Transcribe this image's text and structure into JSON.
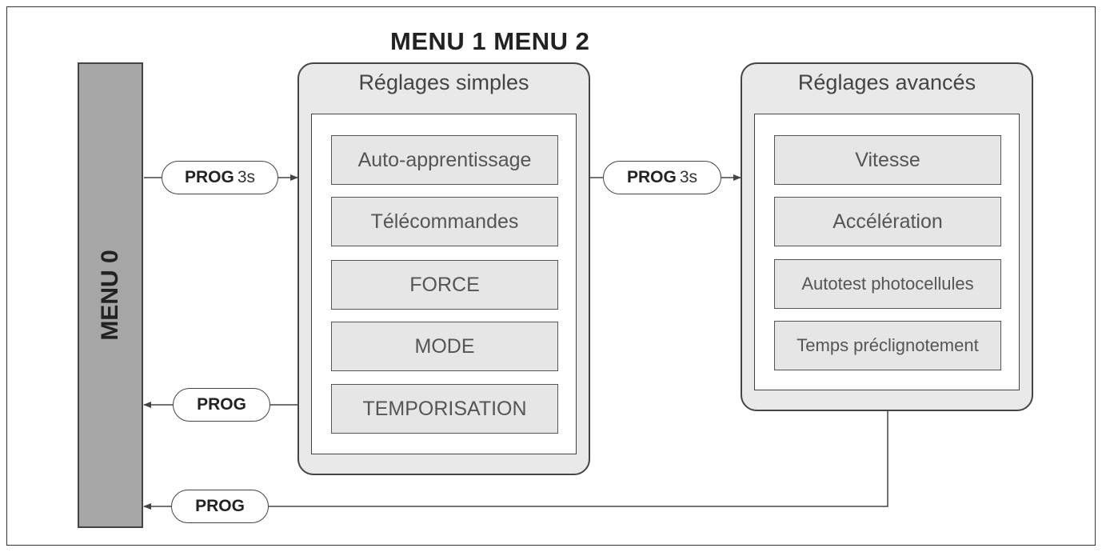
{
  "title": "MENU 1 MENU 2",
  "menu0": {
    "label": "MENU 0"
  },
  "menu1": {
    "title": "Réglages simples",
    "items": [
      "Auto-apprentissage",
      "Télécommandes",
      "FORCE",
      "MODE",
      "TEMPORISATION"
    ]
  },
  "menu2": {
    "title": "Réglages avancés",
    "items": [
      "Vitesse",
      "Accélération",
      "Autotest photocellules",
      "Temps préclignotement"
    ]
  },
  "transitions": {
    "to_menu1": {
      "key": "PROG",
      "duration": "3s"
    },
    "to_menu2": {
      "key": "PROG",
      "duration": "3s"
    },
    "back_from_menu1": {
      "key": "PROG"
    },
    "back_from_menu2": {
      "key": "PROG"
    }
  },
  "colors": {
    "menu0_fill": "#a6a6a6",
    "panel_fill": "#e9e9e9",
    "item_fill": "#e6e6e6",
    "line": "#444444"
  }
}
